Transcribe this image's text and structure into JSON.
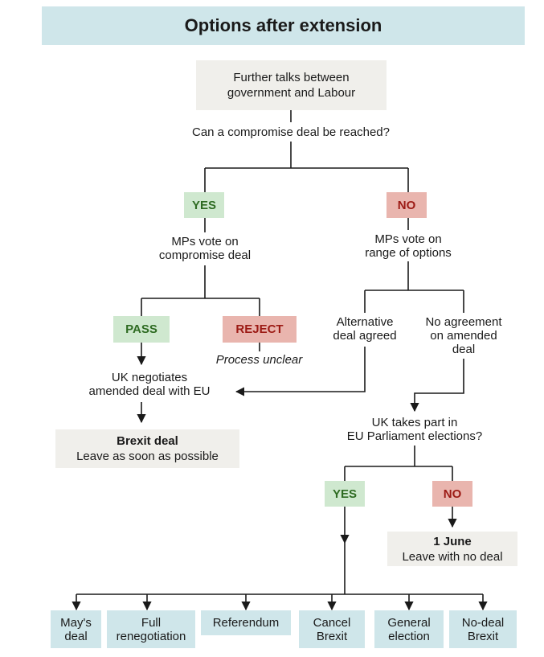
{
  "title": "Options after extension",
  "start": {
    "line1": "Further talks between",
    "line2": "government and Labour"
  },
  "question1": "Can a compromise deal be reached?",
  "yes1": "YES",
  "no1": "NO",
  "yes_branch": {
    "line1": "MPs vote on",
    "line2": "compromise deal"
  },
  "no_branch": {
    "line1": "MPs vote on",
    "line2": "range of options"
  },
  "pass": "PASS",
  "reject": "REJECT",
  "process_unclear": "Process unclear",
  "alt_deal": {
    "line1": "Alternative",
    "line2": "deal agreed"
  },
  "no_agreement": {
    "line1": "No agreement",
    "line2": "on amended",
    "line3": "deal"
  },
  "uk_negotiates": {
    "line1": "UK negotiates",
    "line2": "amended deal with EU"
  },
  "brexit_deal": {
    "title": "Brexit deal",
    "subtitle": "Leave as soon as possible"
  },
  "question2": {
    "line1": "UK takes part in",
    "line2": "EU Parliament elections?"
  },
  "yes2": "YES",
  "no2": "NO",
  "june": {
    "title": "1 June",
    "subtitle": "Leave with no deal"
  },
  "outcomes": [
    {
      "line1": "May's",
      "line2": "deal"
    },
    {
      "line1": "Full",
      "line2": "renegotiation"
    },
    {
      "line1": "Referendum",
      "line2": ""
    },
    {
      "line1": "Cancel",
      "line2": "Brexit"
    },
    {
      "line1": "General",
      "line2": "election"
    },
    {
      "line1": "No-deal",
      "line2": "Brexit"
    }
  ]
}
